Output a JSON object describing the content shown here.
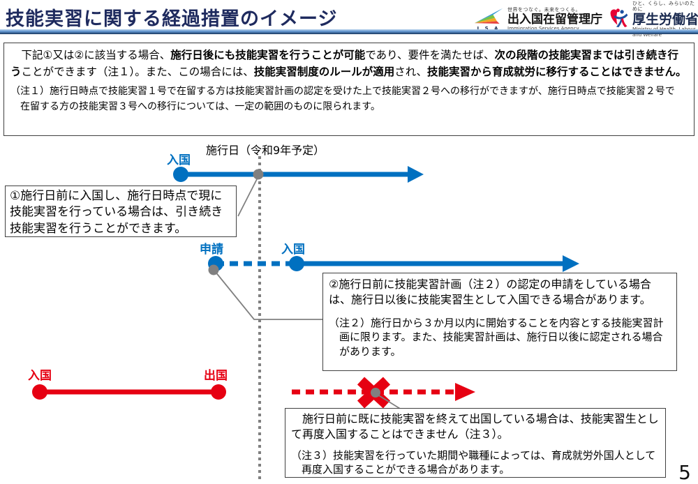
{
  "header": {
    "title": "技能実習に関する経過措置のイメージ",
    "isa": {
      "abbr": "I S A",
      "tagline": "世界をつなぐ。未来をつくる。",
      "name": "出入国在留管理庁",
      "subname": "Immigration Services Agency"
    },
    "mhlw": {
      "tagline": "ひと、くらし、みらいのために",
      "name": "厚生労働省",
      "subname": "Ministry of Health, Labour and Welfare"
    }
  },
  "summary": {
    "runs": [
      {
        "text": "　下記①又は②に該当する場合、",
        "bold": false
      },
      {
        "text": "施行日後にも技能実習を行うことが可能",
        "bold": true
      },
      {
        "text": "であり、要件を満たせば、",
        "bold": false
      },
      {
        "text": "次の段階の技能実習までは引き続き行う",
        "bold": true
      },
      {
        "text": "ことができます（注１）。また、この場合には、",
        "bold": false
      },
      {
        "text": "技能実習制度のルールが適用",
        "bold": true
      },
      {
        "text": "され、",
        "bold": false
      },
      {
        "text": "技能実習から育成就労に移行することはできません。",
        "bold": true
      }
    ],
    "note1": "（注１）施行日時点で技能実習１号で在留する方は技能実習計画の認定を受けた上で技能実習２号への移行ができますが、施行日時点で技能実習２号で在留する方の技能実習３号への移行については、一定の範囲のものに限られます。"
  },
  "diagram": {
    "effective_date_label": "施行日（令和9年予定）",
    "timeline1": {
      "entry_label": "入国",
      "callout": "①施行日前に入国し、施行日時点で現に技能実習を行っている場合は、引き続き技能実習を行うことができます。"
    },
    "timeline2": {
      "application_label": "申請",
      "entry_label": "入国",
      "callout": "②施行日前に技能実習計画（注２）の認定の申請をしている場合は、施行日以後に技能実習生として入国できる場合があります。",
      "note2": "（注２）施行日から３か月以内に開始することを内容とする技能実習計画に限ります。また、技能実習計画は、施行日以後に認定される場合があります。"
    },
    "timeline3": {
      "entry_label": "入国",
      "exit_label": "出国",
      "callout": "　施行日前に既に技能実習を終えて出国している場合は、技能実習生として再度入国することはできません（注３）。",
      "note3": "（注３）技能実習を行っていた期間や職種によっては、育成就労外国人として再度入国することができる場合があります。"
    }
  },
  "page_number": "5",
  "colors": {
    "blue": "#0070C0",
    "red": "#E60012",
    "navy": "#1E2A5E",
    "gray": "#808080"
  }
}
